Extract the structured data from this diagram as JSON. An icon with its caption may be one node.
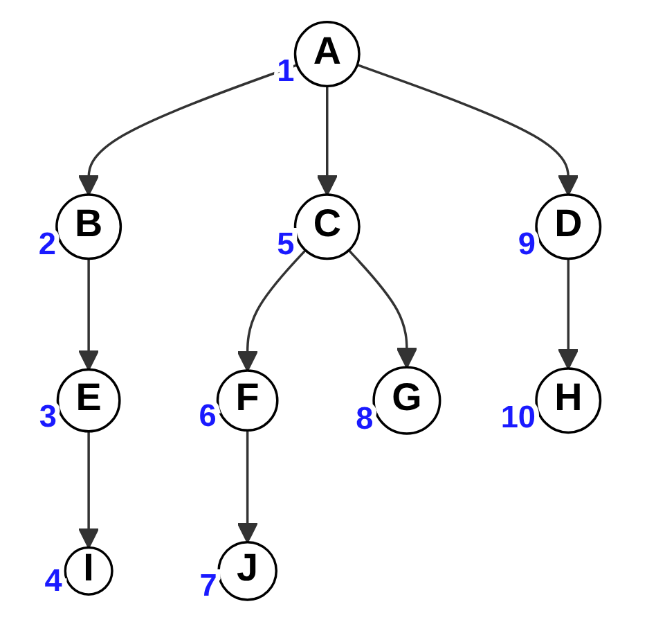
{
  "diagram": {
    "nodes": [
      {
        "text": [
          "A"
        ],
        "beside": [
          "1"
        ]
      },
      {
        "text": [
          "B"
        ],
        "beside": [
          "2"
        ]
      },
      {
        "text": [
          "C"
        ],
        "beside": [
          "5"
        ]
      },
      {
        "text": [
          "D"
        ],
        "beside": [
          "9"
        ]
      },
      {
        "text": [
          "E"
        ],
        "beside": [
          "3"
        ]
      },
      {
        "text": [
          "F"
        ],
        "beside": [
          "6"
        ]
      },
      {
        "text": [
          "G"
        ],
        "beside": [
          "8"
        ]
      },
      {
        "text": [
          "H"
        ],
        "beside": [
          "10"
        ]
      },
      {
        "text": [
          "I"
        ],
        "beside": [
          "4"
        ]
      },
      {
        "text": [
          "J"
        ],
        "beside": [
          "7"
        ]
      }
    ],
    "edges": [
      {
        "from": 0,
        "to": 1,
        "arrow": "to"
      },
      {
        "from": 0,
        "to": 2,
        "arrow": "to"
      },
      {
        "from": 0,
        "to": 3,
        "arrow": "to"
      },
      {
        "from": 1,
        "to": 4,
        "arrow": "to"
      },
      {
        "from": 2,
        "to": 5,
        "arrow": "to"
      },
      {
        "from": 2,
        "to": 6,
        "arrow": "to"
      },
      {
        "from": 3,
        "to": 7,
        "arrow": "to"
      },
      {
        "from": 4,
        "to": 8,
        "arrow": "to"
      },
      {
        "from": 5,
        "to": 9,
        "arrow": "to"
      }
    ]
  }
}
